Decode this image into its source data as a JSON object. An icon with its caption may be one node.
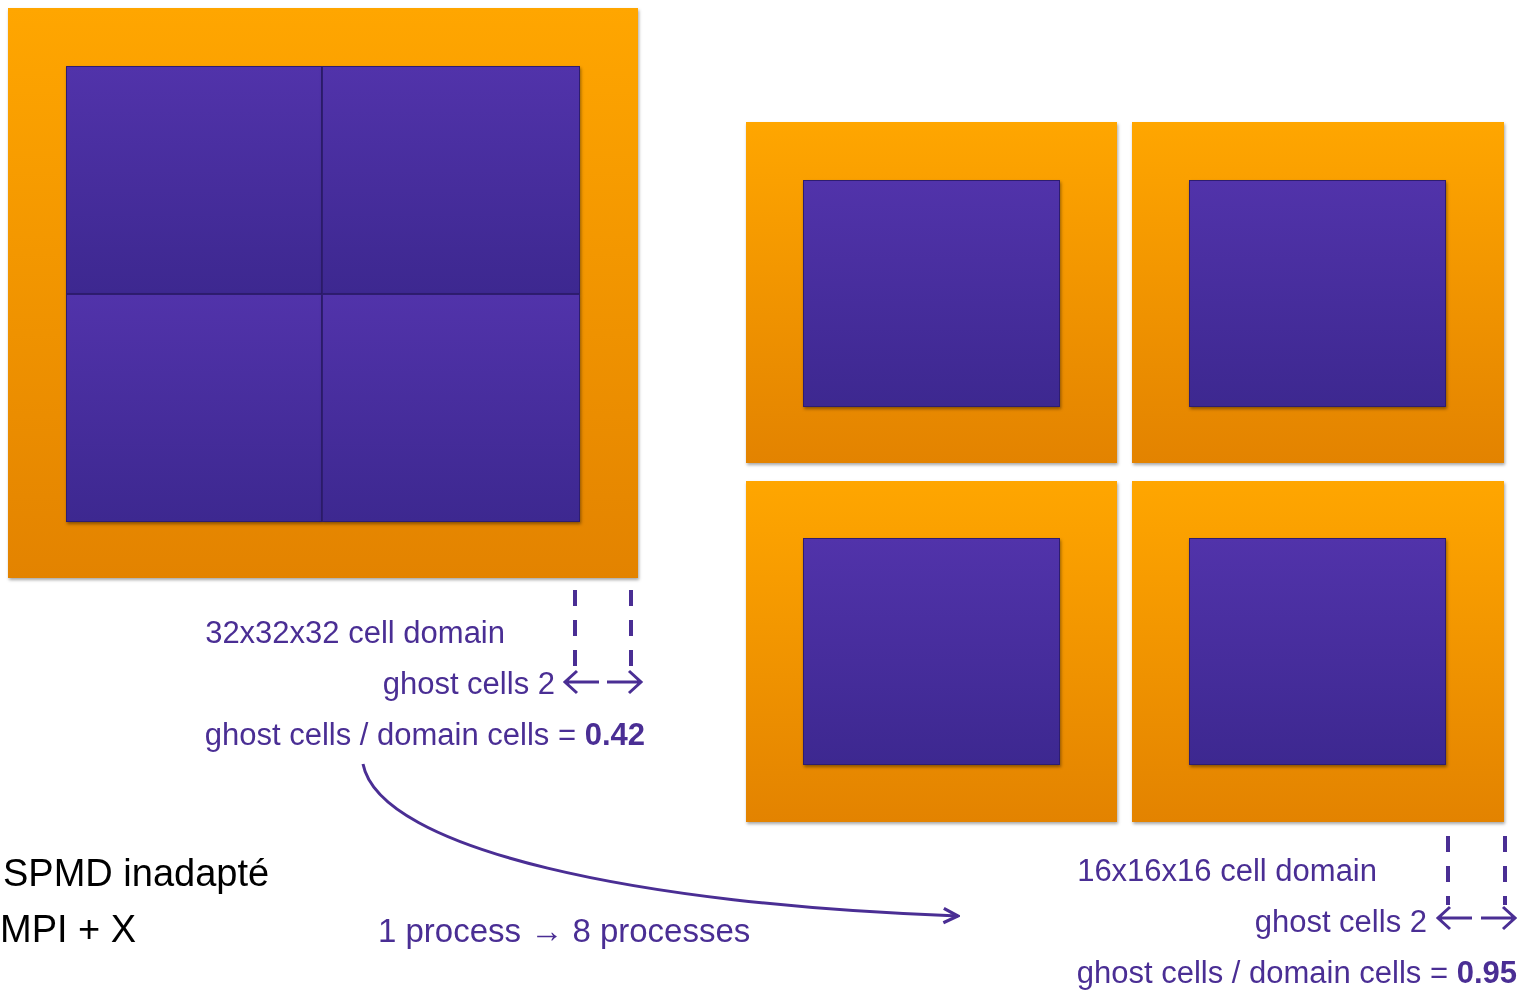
{
  "diagram": {
    "nodes": [
      {
        "text": [],
        "shape": "box"
      },
      {
        "text": [],
        "shape": "box",
        "in": 0
      },
      {
        "text": [],
        "shape": "box",
        "in": 0
      },
      {
        "text": [],
        "shape": "box",
        "in": 0
      },
      {
        "text": [],
        "shape": "box",
        "in": 0
      },
      {
        "text": [],
        "shape": "box"
      },
      {
        "text": [],
        "shape": "box",
        "in": 5
      },
      {
        "text": [],
        "shape": "box"
      },
      {
        "text": [],
        "shape": "box",
        "in": 7
      },
      {
        "text": [],
        "shape": "box"
      },
      {
        "text": [],
        "shape": "box",
        "in": 9
      },
      {
        "text": [],
        "shape": "box"
      },
      {
        "text": [],
        "shape": "box",
        "in": 11
      },
      {
        "text": [
          "32x32x32 cell domain",
          "ghost cells 2",
          "ghost cells / domain cells = **0.42**"
        ]
      },
      {
        "text": [
          "16x16x16 cell domain",
          "ghost cells 2",
          "ghost cells / domain cells = **0.95**"
        ]
      }
    ],
    "edges": [
      {
        "from": 13,
        "to": 14,
        "arrow": "to",
        "label": "1 process → 8 processes"
      }
    ],
    "labels": [
      "SPMD inadapté",
      "MPI + X"
    ]
  }
}
